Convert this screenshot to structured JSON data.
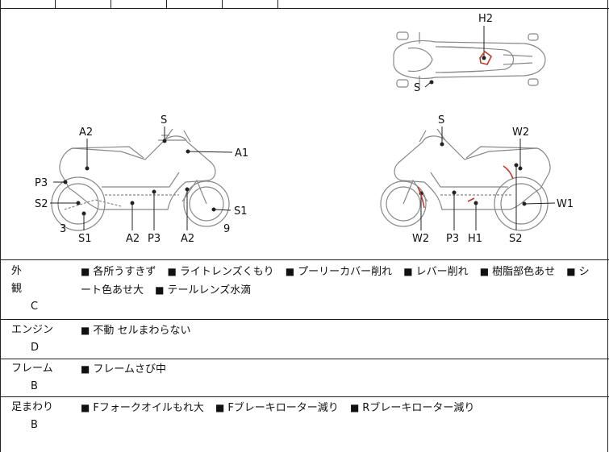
{
  "diagram": {
    "top_labels": {
      "h2": "H2",
      "s": "S"
    },
    "left_labels": {
      "s": "S",
      "a2_top": "A2",
      "a1": "A1",
      "p3_left": "P3",
      "s2": "S2",
      "s1_right": "S1",
      "n3": "3",
      "s1_bottom": "S1",
      "a2_bottom_left": "A2",
      "p3_bottom": "P3",
      "a2_bottom_right": "A2",
      "n9": "9"
    },
    "right_labels": {
      "s": "S",
      "w2_top": "W2",
      "w1": "W1",
      "w2_bottom": "W2",
      "p3": "P3",
      "h1": "H1",
      "s2": "S2"
    }
  },
  "sections": [
    {
      "name": "外 観",
      "grade": "C",
      "items": [
        "各所うすきず",
        "ライトレンズくもり",
        "プーリーカバー削れ",
        "レバー削れ",
        "樹脂部色あせ",
        "シート色あせ大",
        "テールレンズ水滴"
      ]
    },
    {
      "name": "エンジン",
      "grade": "D",
      "items": [
        "不動 セルまわらない"
      ]
    },
    {
      "name": "フレーム",
      "grade": "B",
      "items": [
        "フレームさび中"
      ]
    },
    {
      "name": "足まわり",
      "grade": "B",
      "items": [
        "Fフォークオイルもれ大",
        "Fブレーキローター減り",
        "Rブレーキローター減り"
      ]
    }
  ],
  "bullet": "■",
  "colors": {
    "damage_mark": "#c0392b",
    "line": "#222222"
  }
}
